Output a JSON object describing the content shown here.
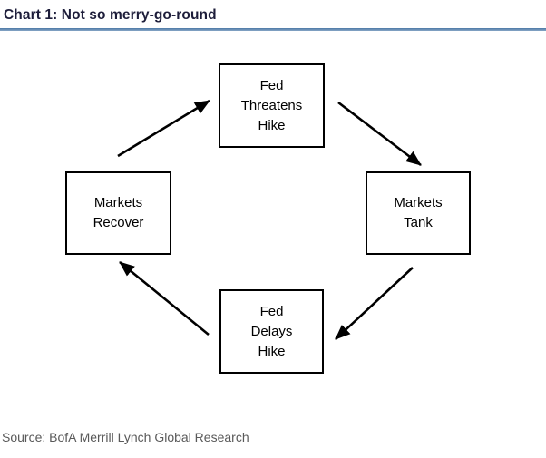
{
  "header": {
    "title": "Chart 1: Not so merry-go-round"
  },
  "diagram": {
    "type": "cycle",
    "nodes": [
      {
        "id": "fed-threatens-hike",
        "position": "top",
        "label": "Fed\nThreatens\nHike"
      },
      {
        "id": "markets-tank",
        "position": "right",
        "label": "Markets\nTank"
      },
      {
        "id": "fed-delays-hike",
        "position": "bottom",
        "label": "Fed\nDelays\nHike"
      },
      {
        "id": "markets-recover",
        "position": "left",
        "label": "Markets\nRecover"
      }
    ],
    "arrows": [
      {
        "from": "markets-recover",
        "to": "fed-threatens-hike"
      },
      {
        "from": "fed-threatens-hike",
        "to": "markets-tank"
      },
      {
        "from": "markets-tank",
        "to": "fed-delays-hike"
      },
      {
        "from": "fed-delays-hike",
        "to": "markets-recover"
      }
    ]
  },
  "footer": {
    "source": "Source: BofA Merrill Lynch Global Research"
  },
  "colors": {
    "background": "#ffffff",
    "title_text": "#1d1d3a",
    "title_rule": "#5e86b2",
    "box_border": "#000000",
    "box_text": "#000000",
    "arrow": "#000000",
    "source_text": "#595959"
  }
}
